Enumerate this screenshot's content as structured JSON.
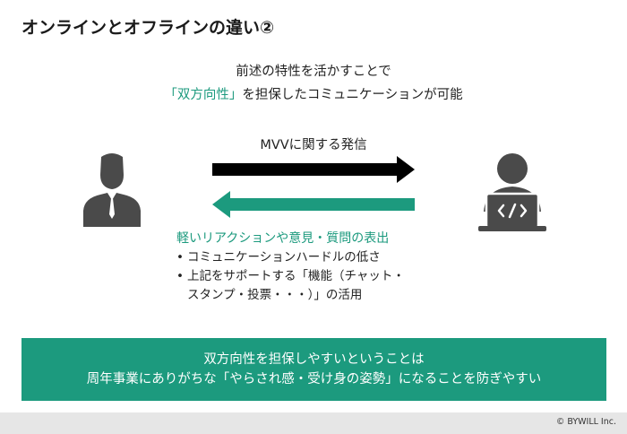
{
  "slide": {
    "title": "オンラインとオフラインの違い②",
    "lead_line1": "前述の特性を活かすことで",
    "lead_line2_highlight": "「双方向性」",
    "lead_line2_rest": "を担保したコミュニケーションが可能",
    "arrow_label": "MVVに関する発信",
    "list_head": "軽いリアクションや意見・質問の表出",
    "list_items": [
      "コミュニケーションハードルの低さ",
      "上記をサポートする「機能（チャット・",
      "スタンプ・投票・・・）」の活用"
    ],
    "bullet": "•",
    "banner_line1": "双方向性を担保しやすいということは",
    "banner_line2": "周年事業にありがちな「やらされ感・受け身の姿勢」になることを防ぎやすい",
    "copyright": "© BYWILL Inc."
  },
  "colors": {
    "accent": "#1c9a7e",
    "arrow_right": "#000000",
    "icon_gray": "#4a4a4a",
    "footer_bg": "#e6e6e6"
  },
  "icons": [
    "person-suit-icon",
    "laptop-coder-icon",
    "code-icon"
  ]
}
